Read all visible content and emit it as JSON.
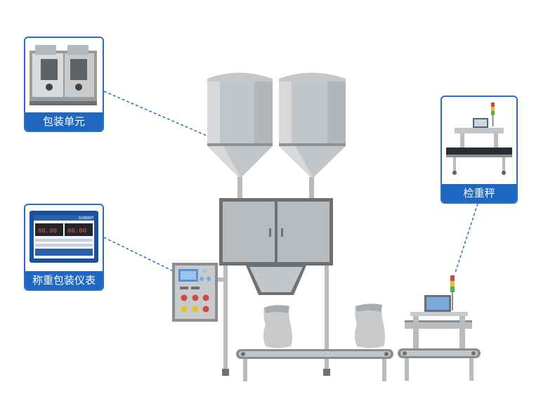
{
  "callouts": {
    "packing_unit": {
      "label": "包装单元"
    },
    "weighing_controller": {
      "label": "称重包装仪表",
      "screen_readings": [
        "60.00",
        "60.00"
      ],
      "screen_brand": "GV8600T"
    },
    "checkweigher": {
      "label": "检重秤"
    }
  },
  "colors": {
    "accent": "#1f68c1",
    "machine_gray": "#b9bcbe",
    "machine_dark": "#6d7174",
    "dash_line": "#2a6fc4"
  },
  "icons": [
    "hopper-icon",
    "cabinet-icon",
    "bag-icon",
    "conveyor-icon",
    "checkweigher-icon"
  ]
}
